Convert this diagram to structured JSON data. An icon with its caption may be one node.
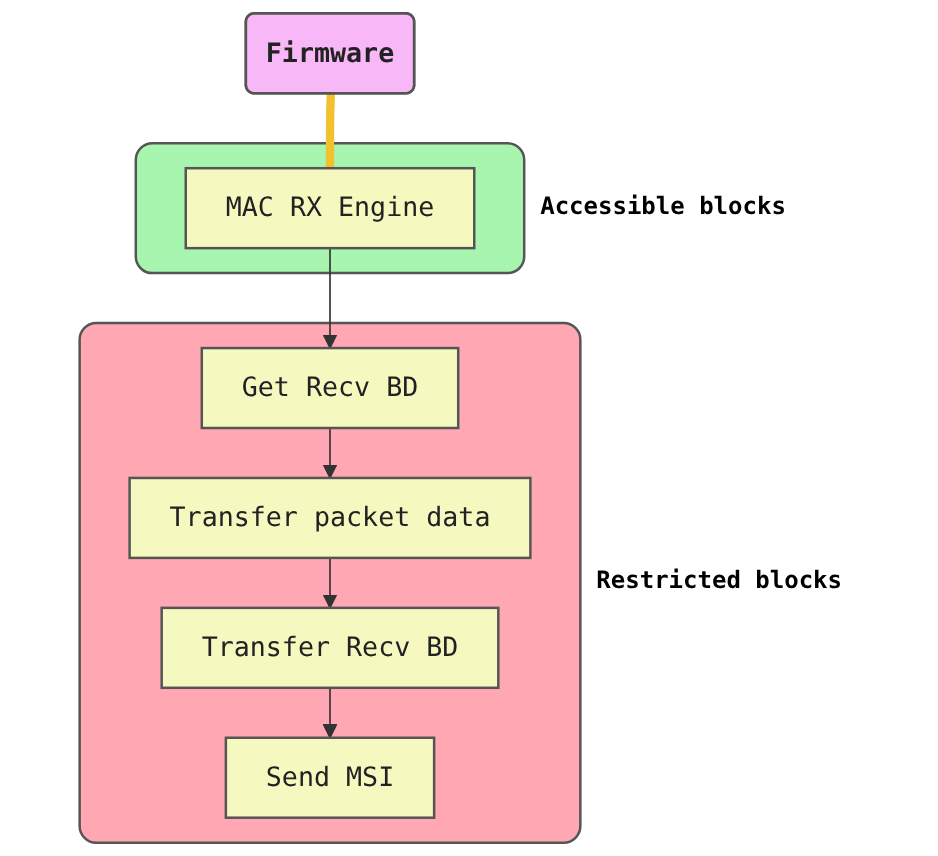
{
  "diagram": {
    "nodes": [
      {
        "text": [
          "Firmware"
        ]
      },
      {
        "text": [],
        "shape": "box",
        "beside": [
          "Accessible blocks"
        ]
      },
      {
        "text": [
          "MAC RX Engine"
        ],
        "in": 1
      },
      {
        "text": [],
        "shape": "box",
        "beside": [
          "Restricted blocks"
        ]
      },
      {
        "text": [
          "Get Recv BD"
        ],
        "in": 3
      },
      {
        "text": [
          "Transfer packet data"
        ],
        "in": 3
      },
      {
        "text": [
          "Transfer Recv BD"
        ],
        "in": 3
      },
      {
        "text": [
          "Send MSI"
        ],
        "in": 3
      }
    ],
    "edges": [
      {
        "from": 0,
        "to": 2,
        "arrow": "none",
        "style": "thick",
        "color": "#f2c12e"
      },
      {
        "from": 2,
        "to": 4,
        "arrow": "to"
      },
      {
        "from": 4,
        "to": 5,
        "arrow": "to"
      },
      {
        "from": 5,
        "to": 6,
        "arrow": "to"
      },
      {
        "from": 6,
        "to": 7,
        "arrow": "to"
      }
    ]
  }
}
